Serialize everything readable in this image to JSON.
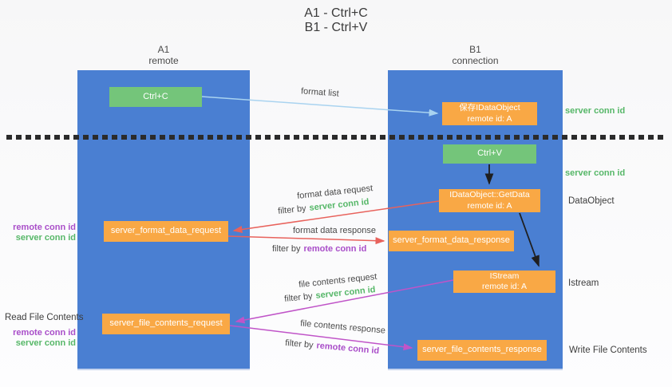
{
  "title": {
    "line1": "A1 - Ctrl+C",
    "line2": "B1 - Ctrl+V"
  },
  "columns": {
    "left": {
      "name": "A1",
      "role": "remote"
    },
    "right": {
      "name": "B1",
      "role": "connection"
    }
  },
  "nodes": {
    "ctrl_c": {
      "label": "Ctrl+C"
    },
    "ctrl_v": {
      "label": "Ctrl+V"
    },
    "save_dataobject": {
      "line1": "保存IDataObject",
      "line2": "remote id: A"
    },
    "getdata": {
      "line1": "IDataObject::GetData",
      "line2": "remote id: A"
    },
    "istream": {
      "line1": "IStream",
      "line2": "remote id: A"
    },
    "format_request": {
      "label": "server_format_data_request"
    },
    "format_response": {
      "label": "server_format_data_response"
    },
    "file_request": {
      "label": "server_file_contents_request"
    },
    "file_response": {
      "label": "server_file_contents_response"
    }
  },
  "labels": {
    "format_list": "format list",
    "format_data_request": "format data request",
    "format_data_response": "format data response",
    "file_contents_request": "file contents request",
    "file_contents_response": "file contents response",
    "filter_by": "filter by",
    "server_conn_id": "server conn id",
    "remote_conn_id": "remote conn id",
    "dataobject": "DataObject",
    "istream": "Istream",
    "read_file_contents": "Read File Contents",
    "write_file_contents": "Write File Contents"
  },
  "colors": {
    "column_blue": "#4a7fd2",
    "node_green": "#74c57a",
    "node_orange": "#f9a845",
    "arrow_lightblue": "#a9d3f0",
    "arrow_red": "#e8625c",
    "arrow_magenta": "#c054c8",
    "arrow_black": "#1f1f1f",
    "text_green": "#56b768",
    "text_purple": "#a94ec9"
  }
}
